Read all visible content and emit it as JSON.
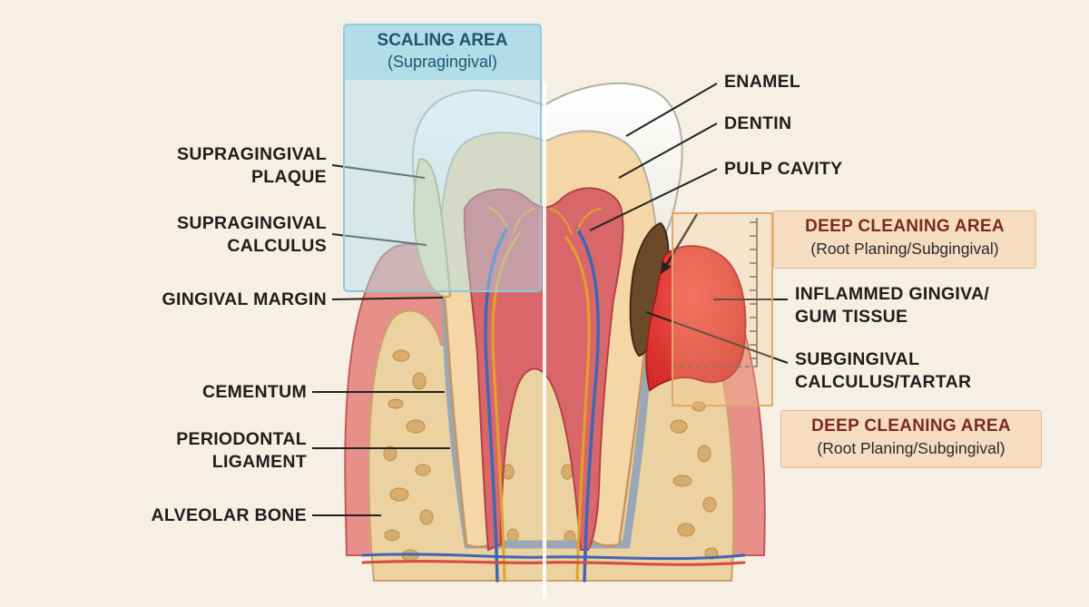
{
  "scaling_area": {
    "title": "SCALING AREA",
    "subtitle": "(Supragingival)"
  },
  "deep_cleaning_top": {
    "title": "DEEP CLEANING AREA",
    "subtitle": "(Root Planing/Subgingival)"
  },
  "deep_cleaning_bottom": {
    "title": "DEEP CLEANING AREA",
    "subtitle": "(Root Planing/Subgingival)"
  },
  "left_labels": {
    "supragingival_plaque": [
      "SUPRAGINGIVAL",
      "PLAQUE"
    ],
    "supragingival_calculus": [
      "SUPRAGINGIVAL",
      "CALCULUS"
    ],
    "gingival_margin": "GINGIVAL MARGIN",
    "cementum": "CEMENTUM",
    "periodontal_ligament": [
      "PERIODONTAL",
      "LIGAMENT"
    ],
    "alveolar_bone": "ALVEOLAR BONE"
  },
  "right_labels": {
    "enamel": "ENAMEL",
    "dentin": "DENTIN",
    "pulp_cavity": "PULP CAVITY",
    "inflamed_gingiva": [
      "INFLAMMED GINGIVA/",
      "GUM TISSUE"
    ],
    "subgingival_calculus": [
      "SUBGINGIVAL",
      "CALCULUS/TARTAR"
    ]
  },
  "colors": {
    "background": "#f6efe3",
    "enamel": "#fbfbf8",
    "dentin": "#f5d6a6",
    "pulp": "#d9676a",
    "gum": "#e7908a",
    "inflamed_gum": "#e2302c",
    "bone": "#ecd2a0",
    "calculus_supra": "#e9dcae",
    "calculus_sub": "#6b4a2a",
    "scaling_area": "#b0dfee",
    "deep_cleaning_area": "#f6dcc0"
  }
}
